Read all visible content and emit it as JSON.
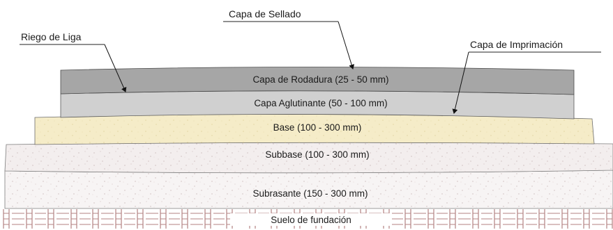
{
  "callouts": {
    "sealing_coat": "Capa de Sellado",
    "tack_coat": "Riego de Liga",
    "prime_coat": "Capa de Imprimación"
  },
  "layers": {
    "wearing_course": "Capa de Rodadura (25 - 50 mm)",
    "binder_course": "Capa Aglutinante (50 - 100 mm)",
    "base": "Base (100 - 300 mm)",
    "subbase": "Subbase (100 - 300 mm)",
    "subgrade": "Subrasante (150 - 300 mm)",
    "foundation_soil": "Suelo de fundación"
  },
  "colors": {
    "wearing_course": "#a6a6a6",
    "binder_course": "#d0d0d0",
    "base": "#f5ecc8",
    "subbase": "#f3eeee",
    "subgrade": "#f7f4f4",
    "foundation_soil": "#b38282",
    "outline": "#3a3a3a",
    "arrow": "#111111"
  }
}
